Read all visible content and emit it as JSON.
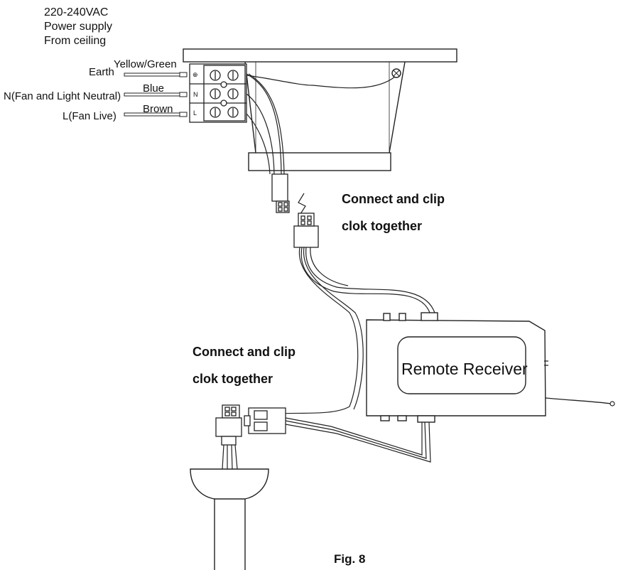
{
  "header": {
    "line1": "220-240VAC",
    "line2": "Power supply",
    "line3": "From ceiling"
  },
  "wires": {
    "earth": {
      "label": "Earth",
      "color_name": "Yellow/Green"
    },
    "neutral": {
      "label": "N(Fan and Light Neutral)",
      "color_name": "Blue"
    },
    "live": {
      "label": "L(Fan Live)",
      "color_name": "Brown"
    }
  },
  "terminal": {
    "earth_mark": "⊕",
    "n_mark": "N",
    "l_mark": "L"
  },
  "callouts": {
    "top_line1": "Connect and clip",
    "top_line2": "clok together",
    "bottom_line1": "Connect and clip",
    "bottom_line2": "clok together"
  },
  "receiver": {
    "label": "Remote Receiver"
  },
  "caption": "Fig. 8"
}
